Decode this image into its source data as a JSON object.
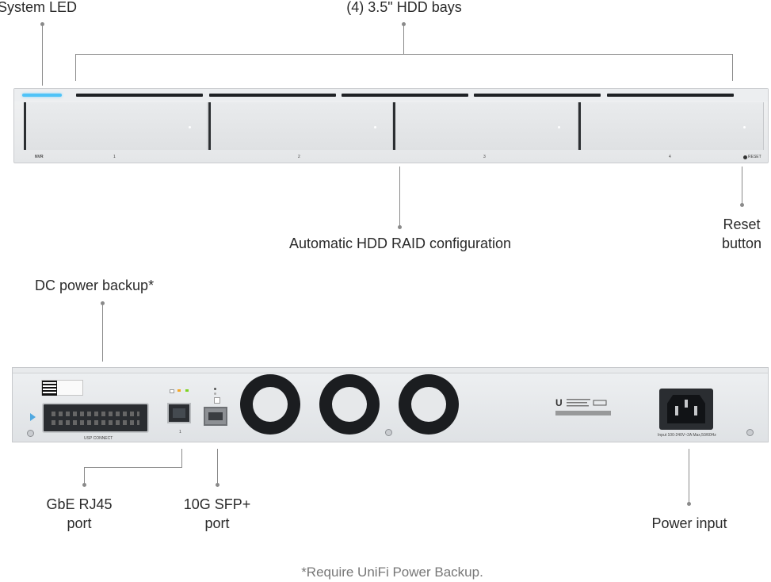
{
  "labels": {
    "system_led": "System LED",
    "hdd_bays": "(4) 3.5\" HDD bays",
    "raid": "Automatic HDD RAID configuration",
    "reset_line1": "Reset",
    "reset_line2": "button",
    "dc_backup": "DC power backup*",
    "gbe_line1": "GbE RJ45",
    "gbe_line2": "port",
    "sfp_line1": "10G SFP+",
    "sfp_line2": "port",
    "power_input": "Power input",
    "footnote": "*Require UniFi Power Backup."
  },
  "front_panel": {
    "model": "NVR",
    "bay_numbers": [
      "1",
      "2",
      "3",
      "4"
    ],
    "reset_text": "RESET"
  },
  "rear_panel": {
    "connector_label": "USP CONNECT",
    "port_number": "1",
    "power_rating": "Input 100-240V~2A Max,50/60Hz"
  },
  "colors": {
    "led": "#4fc3f7",
    "leader_line": "#8a8a8a"
  }
}
